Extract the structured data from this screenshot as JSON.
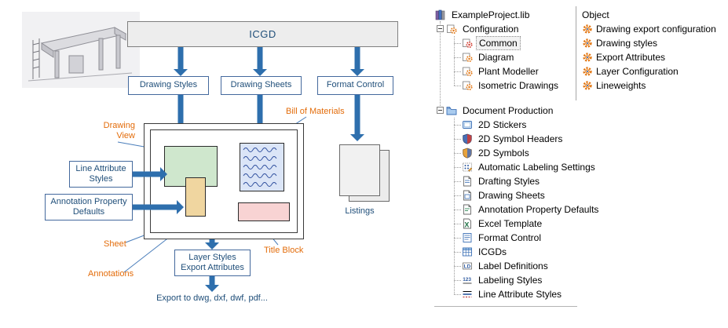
{
  "diagram": {
    "icgd": "ICGD",
    "drawing_styles": "Drawing Styles",
    "drawing_sheets": "Drawing Sheets",
    "format_control": "Format Control",
    "line_attribute_styles": "Line Attribute Styles",
    "annotation_property_defaults": "Annotation Property Defaults",
    "drawing_view": "Drawing View",
    "bill_of_materials": "Bill of Materials",
    "sheet": "Sheet",
    "annotations": "Annotations",
    "title_block": "Title Block",
    "listings": "Listings",
    "layer_styles": "Layer Styles",
    "export_attributes": "Export Attributes",
    "export_text": "Export to dwg, dxf, dwf, pdf..."
  },
  "tree": {
    "root": "ExampleProject.lib",
    "configuration": "Configuration",
    "config_children": [
      "Common",
      "Diagram",
      "Plant Modeller",
      "Isometric Drawings"
    ],
    "document_production": "Document Production",
    "dp_children": [
      "2D Stickers",
      "2D Symbol Headers",
      "2D Symbols",
      "Automatic Labeling Settings",
      "Drafting Styles",
      "Drawing Sheets",
      "Annotation Property Defaults",
      "Excel Template",
      "Format Control",
      "ICGDs",
      "Label Definitions",
      "Labeling Styles",
      "Line Attribute Styles"
    ]
  },
  "object_panel": {
    "title": "Object",
    "items": [
      "Drawing export configuration",
      "Drawing styles",
      "Export Attributes",
      "Layer Configuration",
      "Lineweights"
    ]
  },
  "colors": {
    "arrow_blue": "#2e6fad",
    "label_orange": "#e36c0a",
    "text_blue": "#1f4e79"
  }
}
